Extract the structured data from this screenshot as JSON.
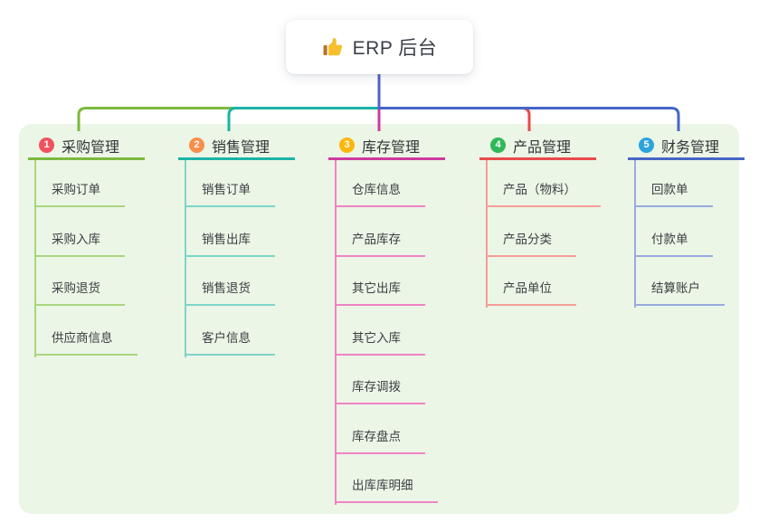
{
  "root": {
    "title": "ERP 后台",
    "icon": "thumbs-up-icon",
    "connector_color": "#5560cb",
    "card_background": "#ffffff"
  },
  "panel": {
    "background": "#ebf6e6"
  },
  "branches": [
    {
      "index": "1",
      "title": "采购管理",
      "line_color": "#7cb93e",
      "light_color": "#a9d67f",
      "badge_color": "#f0515f",
      "children": [
        "采购订单",
        "采购入库",
        "采购退货",
        "供应商信息"
      ]
    },
    {
      "index": "2",
      "title": "销售管理",
      "line_color": "#1bb3a6",
      "light_color": "#7ed5ca",
      "badge_color": "#f98e4a",
      "children": [
        "销售订单",
        "销售出库",
        "销售退货",
        "客户信息"
      ]
    },
    {
      "index": "3",
      "title": "库存管理",
      "line_color": "#cf3a9e",
      "light_color": "#f083c4",
      "badge_color": "#fcb70b",
      "children": [
        "仓库信息",
        "产品库存",
        "其它出库",
        "其它入库",
        "库存调拨",
        "库存盘点",
        "出库库明细"
      ]
    },
    {
      "index": "4",
      "title": "产品管理",
      "line_color": "#e94a4c",
      "light_color": "#f59e98",
      "badge_color": "#2fb857",
      "children": [
        "产品（物料）",
        "产品分类",
        "产品单位"
      ]
    },
    {
      "index": "5",
      "title": "财务管理",
      "line_color": "#4566c7",
      "light_color": "#98abde",
      "badge_color": "#2ba4dd",
      "children": [
        "回款单",
        "付款单",
        "结算账户"
      ]
    }
  ]
}
